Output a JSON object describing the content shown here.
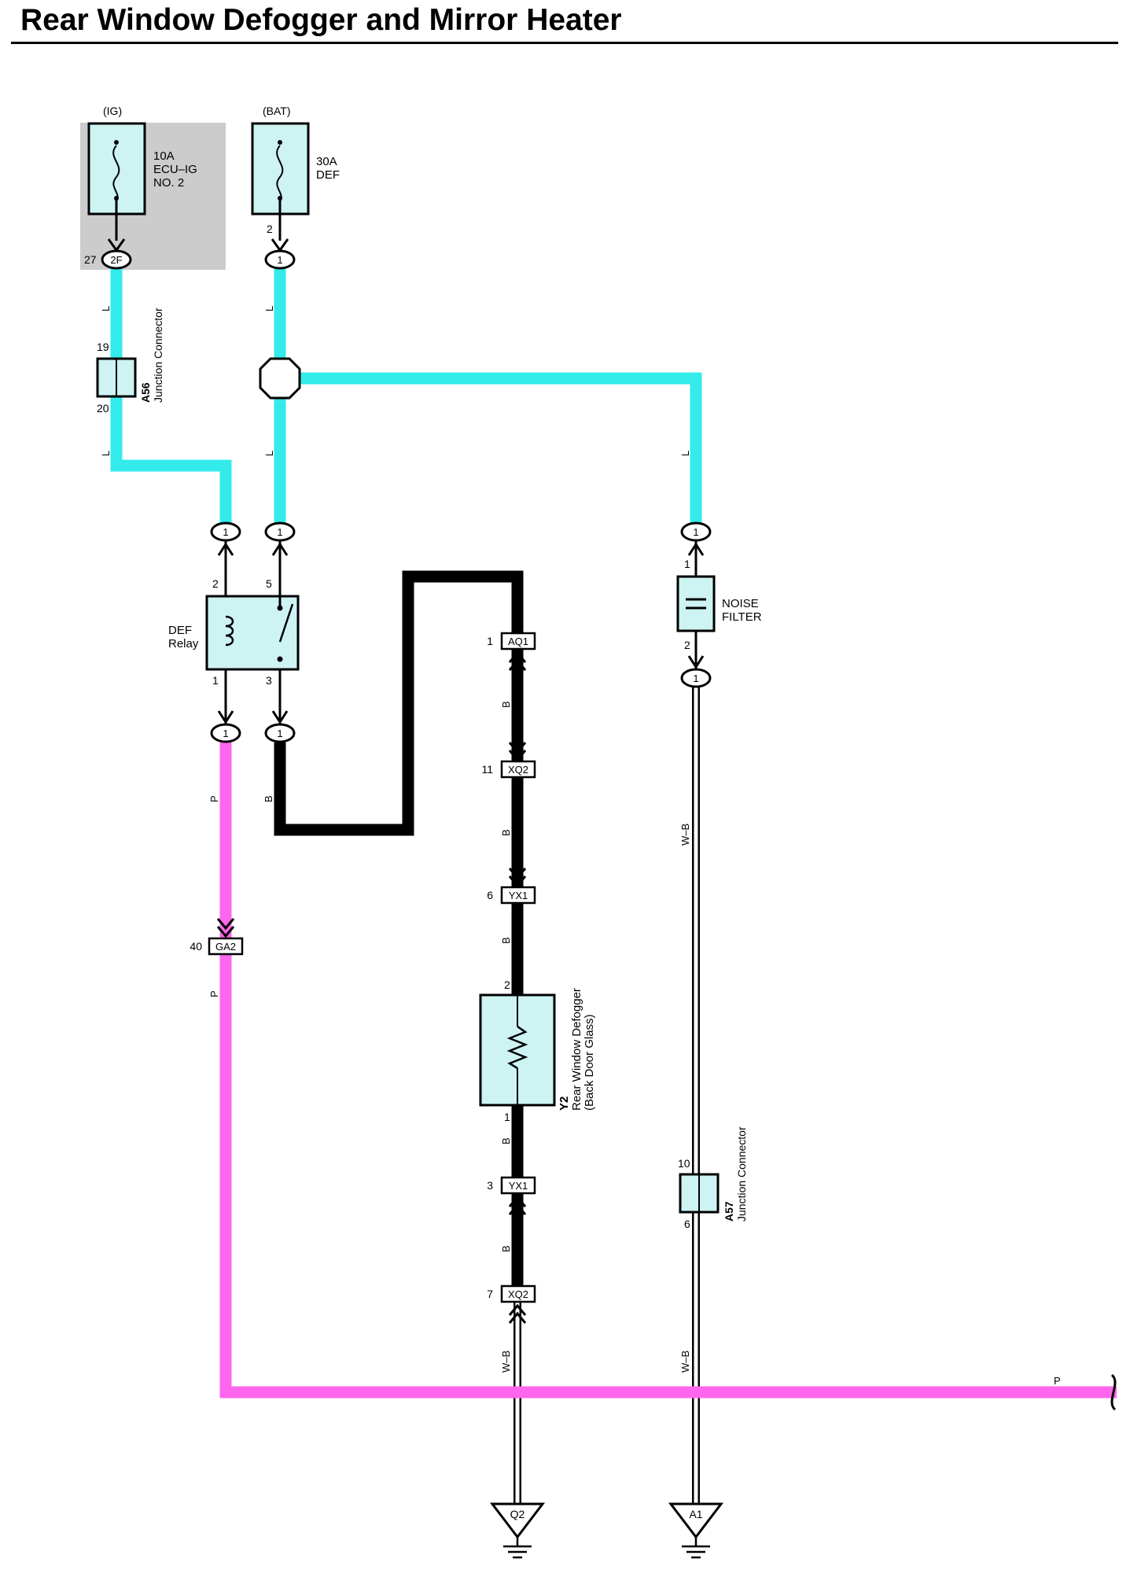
{
  "title": "Rear Window Defogger and Mirror Heater",
  "colors": {
    "wire_L": "#33ebeb",
    "wire_P": "#ff66ee",
    "wire_B": "#000000",
    "component_fill": "#cdf3f3",
    "fuse_box_shade": "#cccccc"
  },
  "fuses": {
    "ig": {
      "source": "(IG)",
      "rating": "10A",
      "name_line1": "ECU–IG",
      "name_line2": "NO. 2",
      "out_pin": "27",
      "connector": "2F"
    },
    "bat": {
      "source": "(BAT)",
      "rating": "30A",
      "name": "DEF",
      "out_pin": "2",
      "connector": "1"
    }
  },
  "junction_a56": {
    "pin_top": "19",
    "pin_bottom": "20",
    "code": "A56",
    "label": "Junction Connector"
  },
  "junction_a57": {
    "pin_top": "10",
    "pin_bottom": "6",
    "code": "A57",
    "label": "Junction Connector"
  },
  "relay": {
    "name_line1": "DEF",
    "name_line2": "Relay",
    "pin_coil_top": "2",
    "pin_switch_top": "5",
    "pin_coil_bottom": "1",
    "pin_switch_bottom": "3"
  },
  "noise_filter": {
    "line1": "NOISE",
    "line2": "FILTER",
    "pin_top": "1",
    "pin_bottom": "2"
  },
  "defogger": {
    "code": "Y2",
    "line1": "Rear Window Defogger",
    "line2": "(Back Door Glass)",
    "pin_top": "2",
    "pin_bottom": "1"
  },
  "inline_connectors": [
    {
      "code": "AQ1",
      "pin": "1"
    },
    {
      "code": "XQ2",
      "pin": "11"
    },
    {
      "code": "YX1",
      "pin": "6"
    },
    {
      "code": "YX1",
      "pin": "3"
    },
    {
      "code": "XQ2",
      "pin": "7"
    },
    {
      "code": "GA2",
      "pin": "40"
    }
  ],
  "round_connector_label": "1",
  "wire_labels": {
    "L": "L",
    "P": "P",
    "B": "B",
    "WB": "W–B"
  },
  "grounds": [
    {
      "code": "Q2"
    },
    {
      "code": "A1"
    }
  ]
}
